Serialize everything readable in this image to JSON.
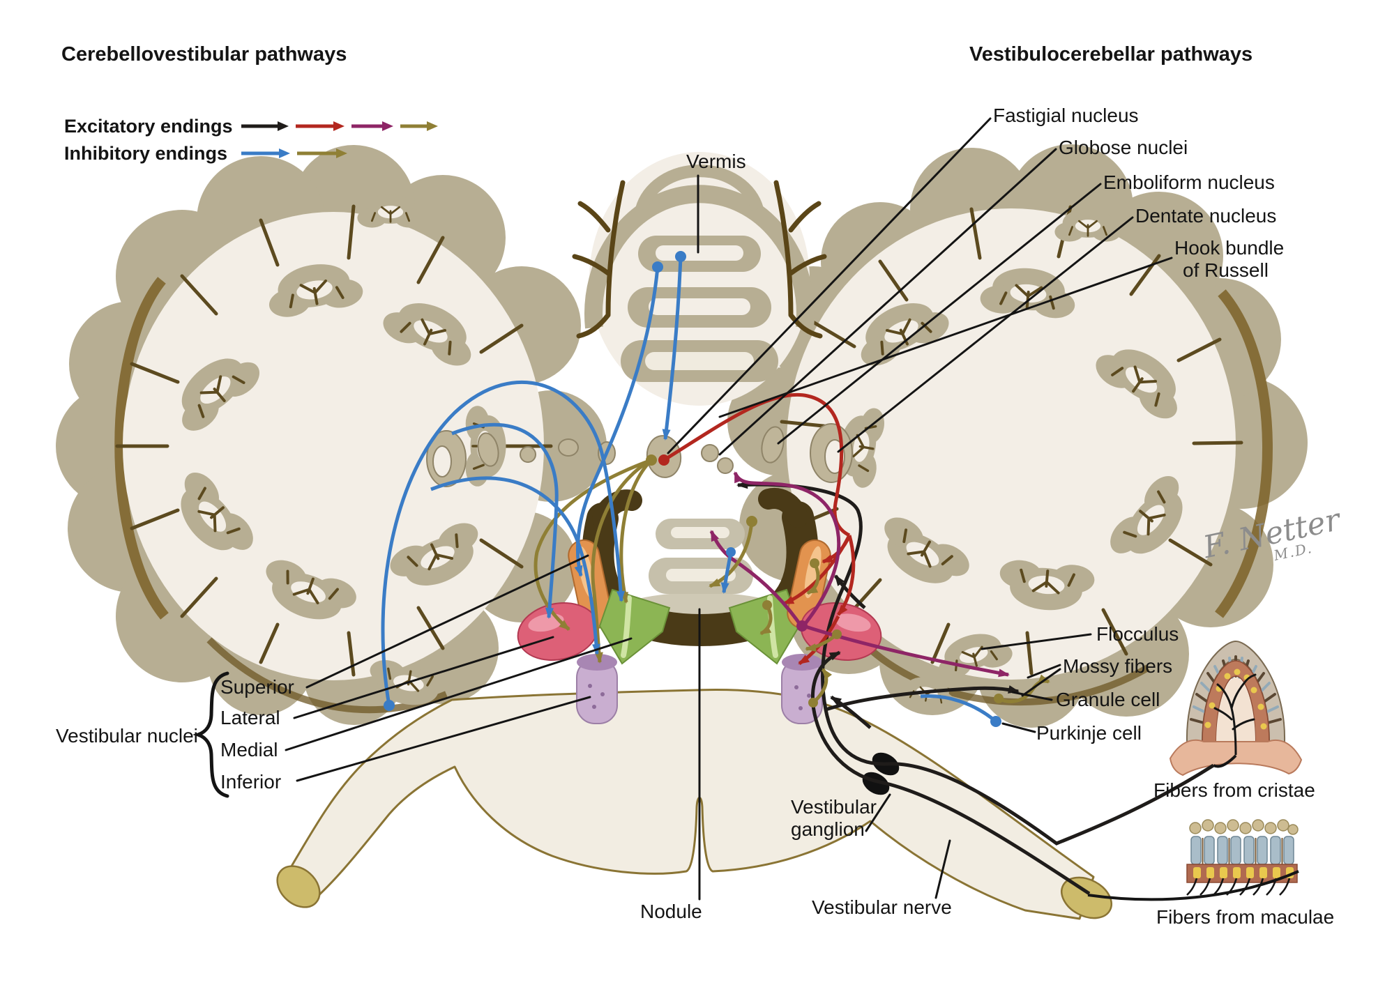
{
  "figure": {
    "title_left": "Cerebellovestibular pathways",
    "title_right": "Vestibulocerebellar pathways"
  },
  "legend": {
    "excitatory_label": "Excitatory endings",
    "inhibitory_label": "Inhibitory endings",
    "excitatory_colors": [
      "#1f1c1a",
      "#b3271f",
      "#8e2566",
      "#8f7f35"
    ],
    "inhibitory_colors": [
      "#3a7cc6",
      "#8f7f35"
    ]
  },
  "labels": {
    "vermis": "Vermis",
    "fastigial_nucleus": "Fastigial nucleus",
    "globose_nuclei": "Globose nuclei",
    "emboliform_nucleus": "Emboliform nucleus",
    "dentate_nucleus": "Dentate nucleus",
    "hook_bundle_line1": "Hook bundle",
    "hook_bundle_line2": "of Russell",
    "vestibular_nuclei_group": "Vestibular nuclei",
    "superior": "Superior",
    "lateral": "Lateral",
    "medial": "Medial",
    "inferior": "Inferior",
    "flocculus": "Flocculus",
    "mossy_fibers": "Mossy fibers",
    "granule_cell": "Granule cell",
    "purkinje_cell": "Purkinje cell",
    "fibers_from_cristae": "Fibers from cristae",
    "fibers_from_maculae": "Fibers from maculae",
    "nodule": "Nodule",
    "vestibular_ganglion_line1": "Vestibular",
    "vestibular_ganglion_line2": "ganglion",
    "vestibular_nerve": "Vestibular nerve"
  },
  "signature": {
    "name": "F. Netter",
    "credential": "M.D."
  },
  "palette": {
    "excitatory_black": "#1f1c1a",
    "excitatory_red": "#b3271f",
    "excitatory_purple": "#8e2566",
    "excitatory_olive": "#8f7f35",
    "inhibitory_blue": "#3a7cc6",
    "superior_nucleus_orange": "#e2934f",
    "lateral_nucleus_pink": "#dd6077",
    "medial_nucleus_green": "#8cb554",
    "inferior_nucleus_lavender": "#c9aed0",
    "cortex_ribbon": "#b7ae93",
    "white_matter": "#f3eee6",
    "sulcus_brown": "#5c4a1f",
    "ventricle_brown": "#4a3a17"
  }
}
